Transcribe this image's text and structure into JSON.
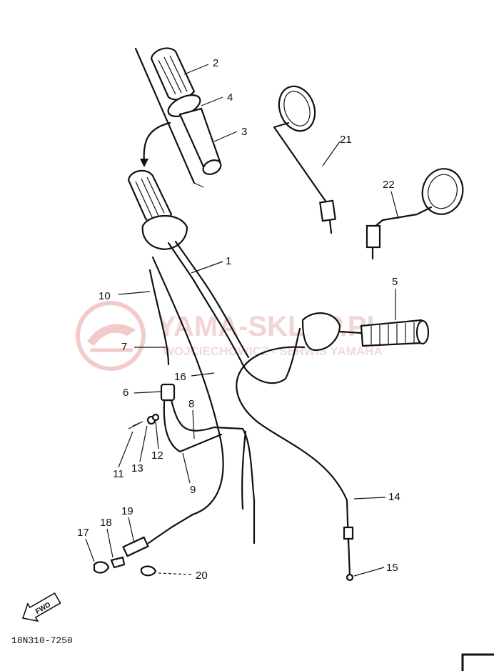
{
  "callouts": {
    "p1": "1",
    "p2": "2",
    "p3": "3",
    "p4": "4",
    "p5": "5",
    "p6": "6",
    "p7": "7",
    "p8": "8",
    "p9": "9",
    "p10": "10",
    "p11": "11",
    "p12": "12",
    "p13": "13",
    "p14": "14",
    "p15": "15",
    "p16": "16",
    "p17": "17",
    "p18": "18",
    "p19": "19",
    "p20": "20",
    "p21": "21",
    "p22": "22"
  },
  "fwd_label": "FWD",
  "diagram_code": "18N310-7250",
  "watermark": {
    "brand": "YAMA-SKLEP.PL",
    "subtitle": "WOJCIECHOWICZ - SERWIS YAMAHA",
    "color": "#e8b0b0"
  }
}
